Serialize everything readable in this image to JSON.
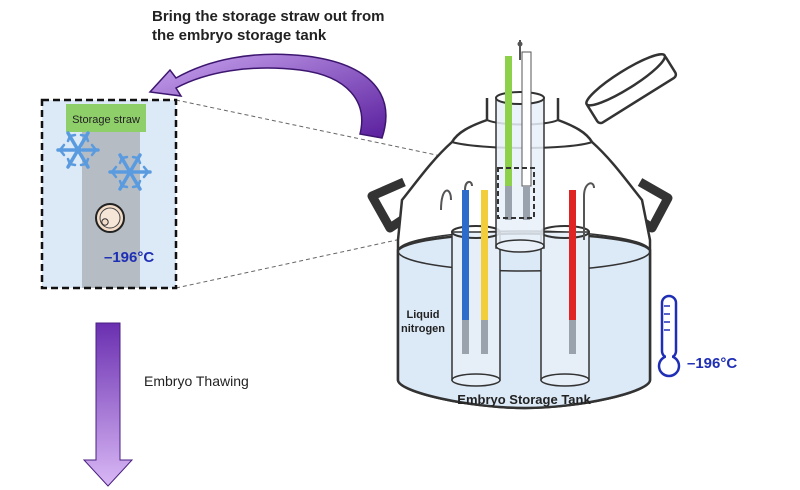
{
  "instruction": {
    "line1": "Bring the storage straw out from",
    "line2": "the embryo storage tank"
  },
  "inset": {
    "straw_label": "Storage straw",
    "temperature": "–196°C"
  },
  "process": {
    "step_label": "Embryo Thawing"
  },
  "tank": {
    "title": "Embryo Storage Tank",
    "liquid_line1": "Liquid",
    "liquid_line2": "nitrogen",
    "temperature": "–196°C"
  },
  "colors": {
    "nitrogen": "#dce9f6",
    "inset_background": "#dce9f6",
    "straw_label_green": "#8fcf6a",
    "arrow_purple": "#7b3fc4",
    "temperature_blue": "#1f2fb5",
    "cane_blue": "#2e6ccc",
    "cane_yellow": "#f2cf3a",
    "cane_red": "#e02424",
    "cane_green": "#8dd14b",
    "snowflake": "#5a9be0"
  }
}
